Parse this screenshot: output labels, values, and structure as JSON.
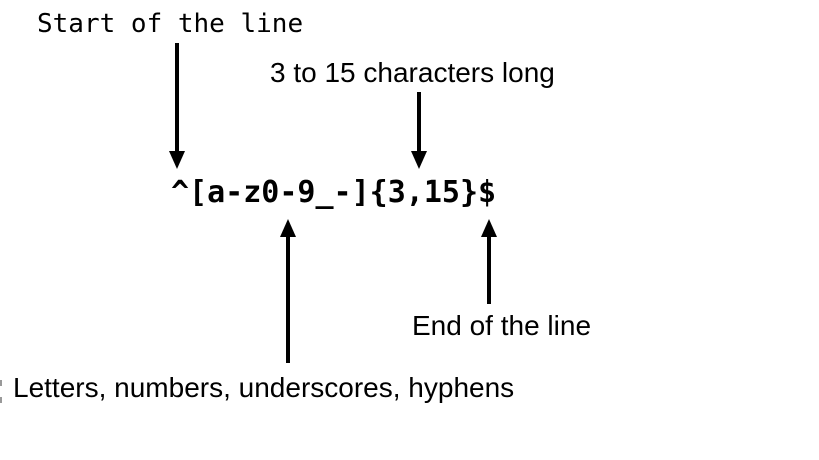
{
  "diagram": {
    "title_context": "Regex pattern explanation",
    "regex": "^[a-z0-9_-]{3,15}$",
    "labels": {
      "start": "Start of the line",
      "length": "3 to 15 characters long",
      "end": "End of the line",
      "charset": "Letters, numbers, underscores, hyphens"
    },
    "arrows": [
      {
        "name": "start-arrow",
        "direction": "down",
        "from_label": "Start of the line",
        "points_to": "^"
      },
      {
        "name": "length-arrow",
        "direction": "down",
        "from_label": "3 to 15 characters long",
        "points_to": "{3,15}"
      },
      {
        "name": "charset-arrow",
        "direction": "up",
        "from_label": "Letters, numbers, underscores, hyphens",
        "points_to": "[a-z0-9_-]"
      },
      {
        "name": "end-arrow",
        "direction": "up",
        "from_label": "End of the line",
        "points_to": "$"
      }
    ],
    "colors": {
      "text": "#000000",
      "arrow": "#000000",
      "background": "#ffffff",
      "artifact": "#999999"
    }
  }
}
